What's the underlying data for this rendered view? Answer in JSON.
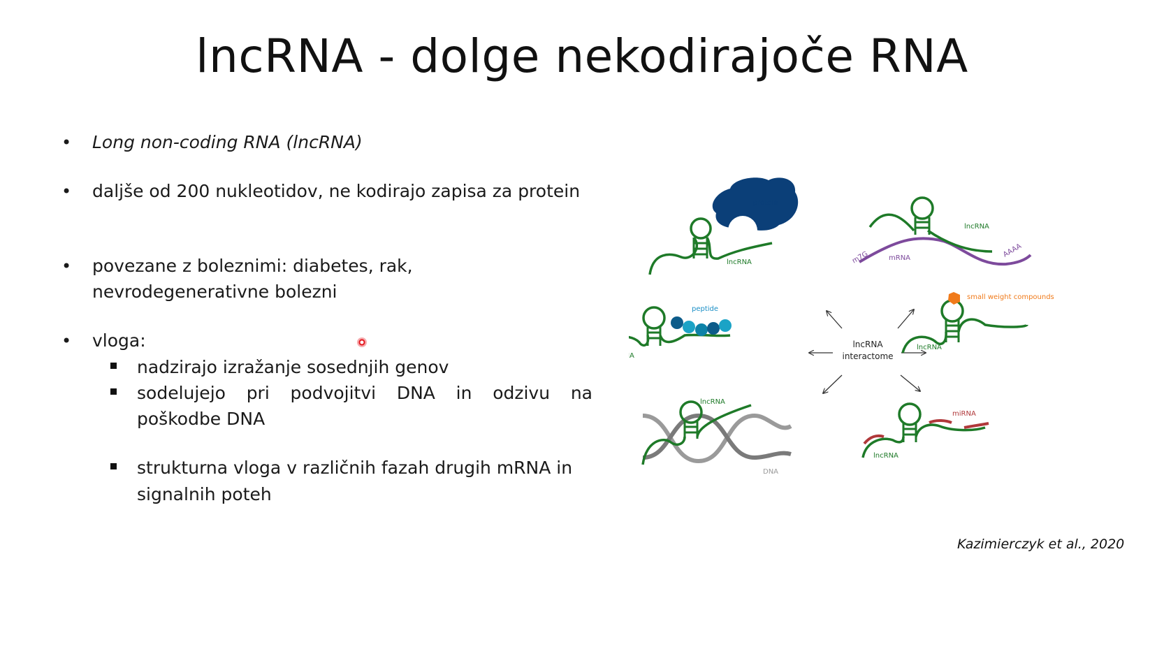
{
  "slide": {
    "title": "lncRNA - dolge nekodirajoče RNA",
    "bullets": [
      {
        "text": "Long non-coding RNA (lncRNA)"
      },
      {
        "text": "daljše od 200 nukleotidov, ne kodirajo zapisa za protein"
      },
      {
        "line1": "povezane z boleznimi: diabetes, rak,",
        "line2": "nevrodegenerativne bolezni"
      },
      {
        "text": "vloga:"
      }
    ],
    "subbullets": [
      {
        "text": "nadzirajo izražanje sosednjih genov"
      },
      {
        "words": [
          "sodelujejo",
          "pri",
          "podvojitvi",
          "DNA",
          "in",
          "odzivu",
          "na"
        ],
        "line2": "poškodbe DNA"
      },
      {
        "line1": "strukturna vloga v različnih fazah drugih mRNA in",
        "line2": "signalnih poteh"
      }
    ],
    "bullet_symbol": "•",
    "citation": "Kazimierczyk et al., 2020"
  },
  "figure": {
    "center_label_1": "lncRNA",
    "center_label_2": "interactome",
    "labels": {
      "protein": "protein",
      "lncrna_protein": "lncRNA",
      "lncrna_mrna": "lncRNA",
      "mrna": "mRNA",
      "m7g": "m7G",
      "aaaa": "AAAA",
      "peptide": "peptide",
      "lncrna_peptide": "lncRNA",
      "small_compounds": "small weight compounds",
      "lncrna_small": "lncRNA",
      "lncrna_dna": "lncRNA",
      "dna": "DNA",
      "mirna": "miRNA",
      "lncrna_mirna": "lncRNA"
    },
    "colors": {
      "lncrna": "#1e7a28",
      "protein": "#0b3f78",
      "mrna": "#7d4a9c",
      "peptide_dark": "#0d5c8a",
      "peptide_light": "#1ba3c6",
      "compound": "#f07a1a",
      "dna": "#8c8c8c",
      "mirna": "#b0383a",
      "arrow": "#333333"
    }
  }
}
